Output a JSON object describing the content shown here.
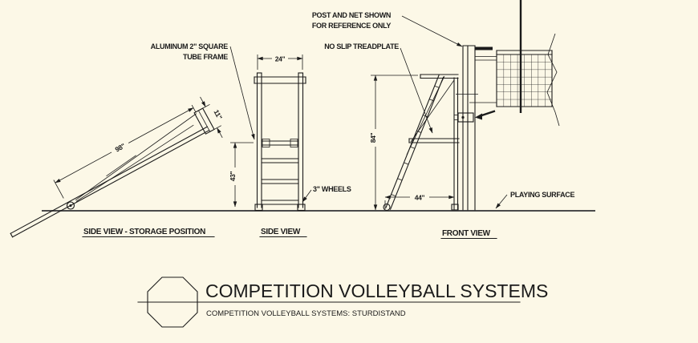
{
  "colors": {
    "background": "#FCF8E7",
    "ink": "#1b1b1b",
    "ground": "#4a4a4a"
  },
  "annotations": {
    "post_net_note": {
      "line1": "POST AND NET SHOWN",
      "line2": "FOR REFERENCE ONLY"
    },
    "no_slip_treadplate": "NO SLIP TREADPLATE",
    "aluminum_frame": {
      "line1": "ALUMINUM 2\" SQUARE",
      "line2": "TUBE FRAME"
    },
    "wheels": "3\" WHEELS",
    "playing_surface": "PLAYING SURFACE"
  },
  "dimensions": {
    "storage_length": "98\"",
    "storage_folded_depth": "11\"",
    "ladder_width": "24\"",
    "first_platform_height": "43\"",
    "overall_height": "84\"",
    "base_depth": "44\""
  },
  "view_titles": {
    "storage": "SIDE VIEW - STORAGE POSITION",
    "side": "SIDE VIEW",
    "front": "FRONT VIEW"
  },
  "title_block": {
    "product_title": "COMPETITION VOLLEYBALL SYSTEMS",
    "product_subtitle": "COMPETITION VOLLEYBALL SYSTEMS: STURDISTAND"
  }
}
